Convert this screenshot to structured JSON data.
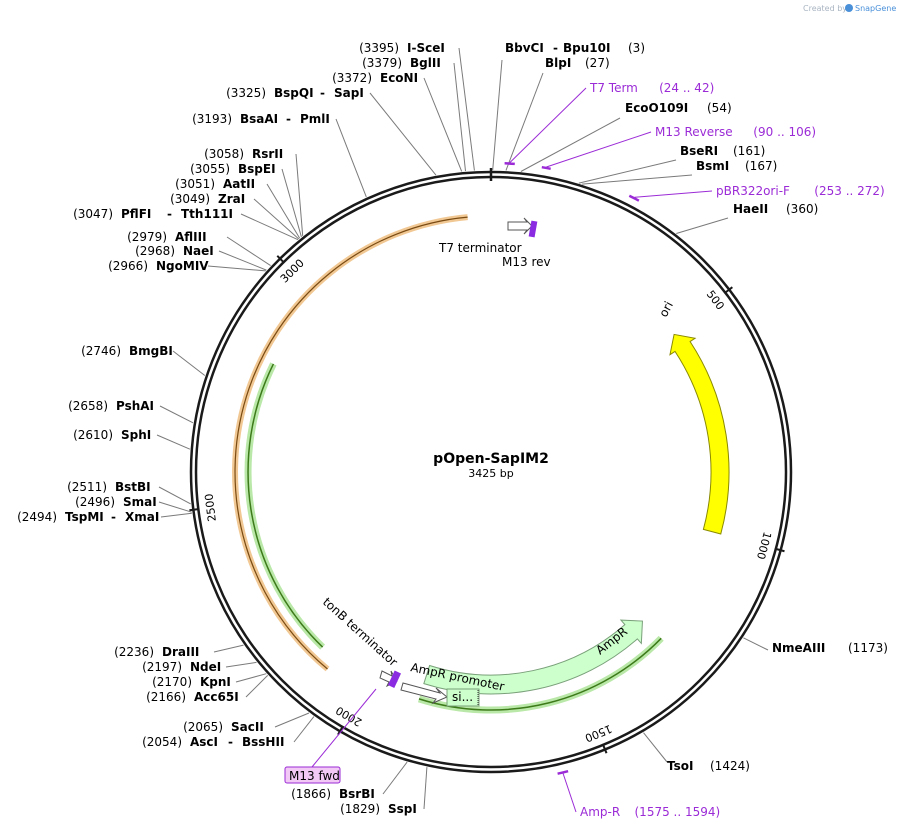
{
  "credit": "Created by",
  "brand": "SnapGene",
  "plasmid": {
    "name": "pOpen-SapIM2",
    "size_label": "3425 bp",
    "length": 3425
  },
  "ticks": [
    {
      "pos": 500,
      "label": "500"
    },
    {
      "pos": 1000,
      "label": "1000"
    },
    {
      "pos": 1500,
      "label": "1500"
    },
    {
      "pos": 2000,
      "label": "2000"
    },
    {
      "pos": 2500,
      "label": "2500"
    },
    {
      "pos": 3000,
      "label": "3000"
    }
  ],
  "sites_right": [
    {
      "num": "(3)",
      "names": [
        "BbvCI",
        "Bpu10I"
      ],
      "pos": 3
    },
    {
      "num": "(27)",
      "names": [
        "BlpI"
      ],
      "pos": 27
    },
    {
      "num": "(54)",
      "names": [
        "EcoO109I"
      ],
      "pos": 54
    },
    {
      "num": "(161)",
      "names": [
        "BseRI"
      ],
      "pos": 161
    },
    {
      "num": "(167)",
      "names": [
        "BsmI"
      ],
      "pos": 167
    },
    {
      "num": "(360)",
      "names": [
        "HaeII"
      ],
      "pos": 360
    },
    {
      "num": "(1173)",
      "names": [
        "NmeAIII"
      ],
      "pos": 1173
    },
    {
      "num": "(1424)",
      "names": [
        "TsoI"
      ],
      "pos": 1424
    }
  ],
  "sites_left": [
    {
      "num": "(3395)",
      "names": [
        "I-SceI"
      ],
      "pos": 3395
    },
    {
      "num": "(3379)",
      "names": [
        "BglII"
      ],
      "pos": 3379
    },
    {
      "num": "(3372)",
      "names": [
        "EcoNI"
      ],
      "pos": 3372
    },
    {
      "num": "(3325)",
      "names": [
        "BspQI",
        "SapI"
      ],
      "pos": 3325
    },
    {
      "num": "(3193)",
      "names": [
        "BsaAI",
        "PmlI"
      ],
      "pos": 3193
    },
    {
      "num": "(3058)",
      "names": [
        "RsrII"
      ],
      "pos": 3058
    },
    {
      "num": "(3055)",
      "names": [
        "BspEI"
      ],
      "pos": 3055
    },
    {
      "num": "(3051)",
      "names": [
        "AatII"
      ],
      "pos": 3051
    },
    {
      "num": "(3049)",
      "names": [
        "ZraI"
      ],
      "pos": 3049
    },
    {
      "num": "(3047)",
      "names": [
        "PflFI",
        "Tth111I"
      ],
      "pos": 3047
    },
    {
      "num": "(2979)",
      "names": [
        "AflIII"
      ],
      "pos": 2979
    },
    {
      "num": "(2968)",
      "names": [
        "NaeI"
      ],
      "pos": 2968
    },
    {
      "num": "(2966)",
      "names": [
        "NgoMIV"
      ],
      "pos": 2966
    },
    {
      "num": "(2746)",
      "names": [
        "BmgBI"
      ],
      "pos": 2746
    },
    {
      "num": "(2658)",
      "names": [
        "PshAI"
      ],
      "pos": 2658
    },
    {
      "num": "(2610)",
      "names": [
        "SphI"
      ],
      "pos": 2610
    },
    {
      "num": "(2511)",
      "names": [
        "BstBI"
      ],
      "pos": 2511
    },
    {
      "num": "(2496)",
      "names": [
        "SmaI"
      ],
      "pos": 2496
    },
    {
      "num": "(2494)",
      "names": [
        "TspMI",
        "XmaI"
      ],
      "pos": 2494
    },
    {
      "num": "(2236)",
      "names": [
        "DraIII"
      ],
      "pos": 2236
    },
    {
      "num": "(2197)",
      "names": [
        "NdeI"
      ],
      "pos": 2197
    },
    {
      "num": "(2170)",
      "names": [
        "KpnI"
      ],
      "pos": 2170
    },
    {
      "num": "(2166)",
      "names": [
        "Acc65I"
      ],
      "pos": 2166
    },
    {
      "num": "(2065)",
      "names": [
        "SacII"
      ],
      "pos": 2065
    },
    {
      "num": "(2054)",
      "names": [
        "AscI",
        "BssHII"
      ],
      "pos": 2054
    },
    {
      "num": "(1866)",
      "names": [
        "BsrBI"
      ],
      "pos": 1866
    },
    {
      "num": "(1829)",
      "names": [
        "SspI"
      ],
      "pos": 1829
    }
  ],
  "primers": [
    {
      "name": "T7 Term",
      "range": "(24 .. 42)",
      "start": 24,
      "end": 42
    },
    {
      "name": "M13 Reverse",
      "range": "(90 .. 106)",
      "start": 90,
      "end": 106
    },
    {
      "name": "pBR322ori-F",
      "range": "(253 .. 272)",
      "start": 253,
      "end": 272
    },
    {
      "name": "Amp-R",
      "range": "(1575 .. 1594)",
      "start": 1575,
      "end": 1594
    },
    {
      "name": "M13 fwd"
    }
  ],
  "features": {
    "ori": "ori",
    "ampr": "AmpR",
    "ampr_promoter": "AmpR promoter",
    "signal": "si...",
    "t7_terminator": "T7 terminator",
    "m13_rev": "M13 rev",
    "tonb_terminator": "tonB terminator"
  },
  "colors": {
    "backbone": "#1a1a1a",
    "ori": "#ffff00",
    "ampr": "#ccffcc",
    "primer": "#9b2bd6",
    "orange_arc": "#e59a3a",
    "green_arc": "#3d9a2a",
    "brand": "#4a90d9"
  }
}
